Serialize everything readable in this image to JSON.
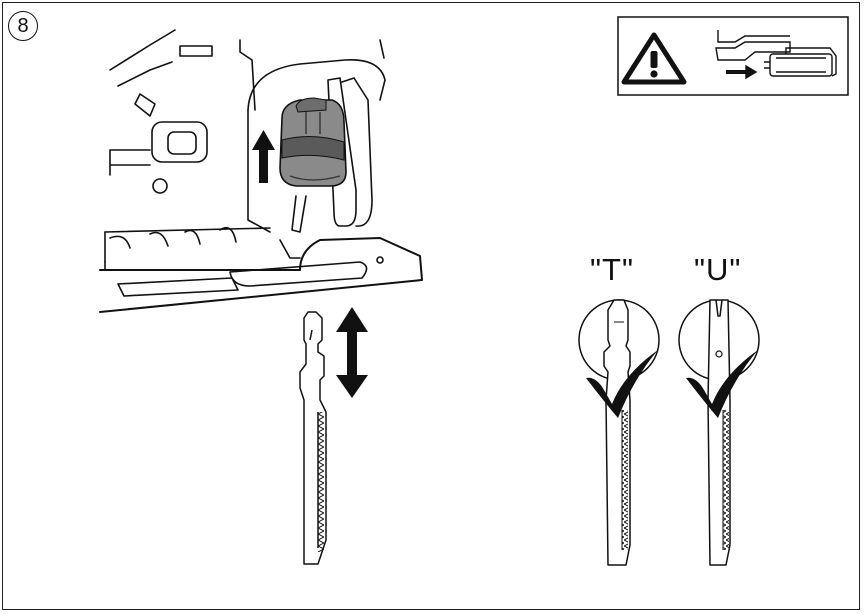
{
  "step": {
    "number": "8"
  },
  "blade_types": [
    {
      "id": "t",
      "label": "\"T\""
    },
    {
      "id": "u",
      "label": "\"U\""
    }
  ],
  "icons": {
    "warning": "warning-triangle-icon",
    "battery": "battery-removal-icon",
    "check": "checkmark-icon",
    "arrow_up": "arrow-up-icon",
    "arrow_double": "double-arrow-vertical-icon"
  },
  "colors": {
    "line": "#111111",
    "knob": "#8a8a8a",
    "knob_dark": "#5a5a5a",
    "background": "#ffffff"
  }
}
